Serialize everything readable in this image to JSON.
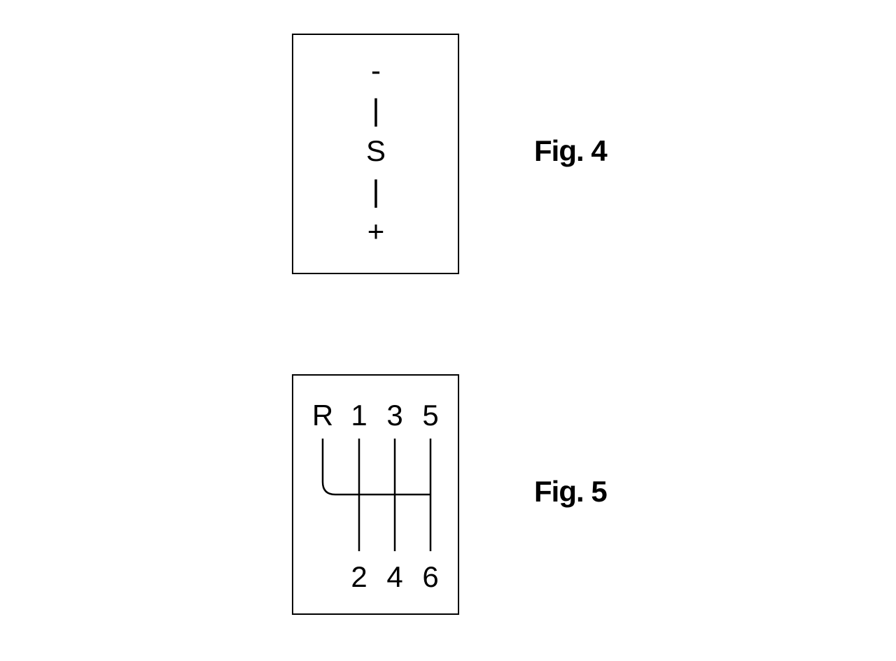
{
  "figures": [
    {
      "label": "Fig. 4",
      "symbols": [
        "-",
        "|",
        "S",
        "|",
        "+"
      ]
    },
    {
      "label": "Fig. 5",
      "top_gears": [
        "R",
        "1",
        "3",
        "5"
      ],
      "bottom_gears": [
        "2",
        "4",
        "6"
      ]
    }
  ],
  "colors": {
    "ink": "#000000",
    "background": "#ffffff"
  }
}
